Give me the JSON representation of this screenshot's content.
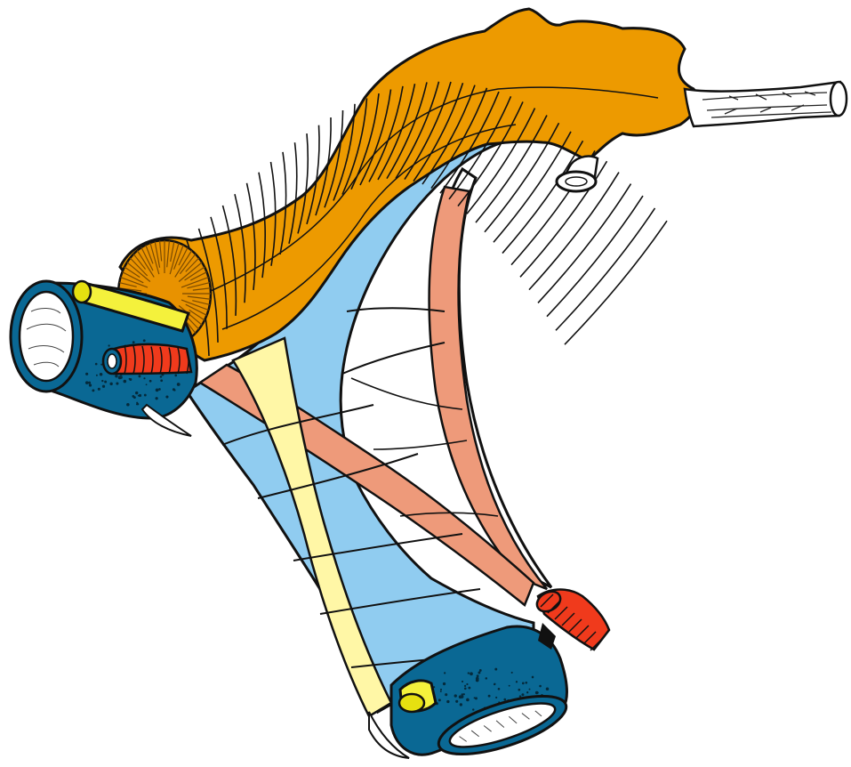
{
  "figure": {
    "labels": [],
    "colors": {
      "orange_tissue": "#ED9A00",
      "orange_dark": "#C97F00",
      "light_blue_band": "#90CCF0",
      "dark_blue_vessel": "#0A6894",
      "pale_yellow_band": "#FFF7A6",
      "salmon_band": "#EE9A7A",
      "yellow_tube": "#F4F13C",
      "red_coil": "#F03A1C",
      "outline": "#111111",
      "lumen": "#ffffff"
    },
    "parts": [
      "orange-ribbed-tube",
      "gray-stub-end",
      "small-white-branch",
      "light-blue-sheet",
      "salmon-bands",
      "pale-yellow-band",
      "left-blue-vessel",
      "bottom-blue-vessel",
      "yellow-tube-left",
      "yellow-tube-bottom",
      "red-coil-left",
      "red-coil-right"
    ]
  }
}
